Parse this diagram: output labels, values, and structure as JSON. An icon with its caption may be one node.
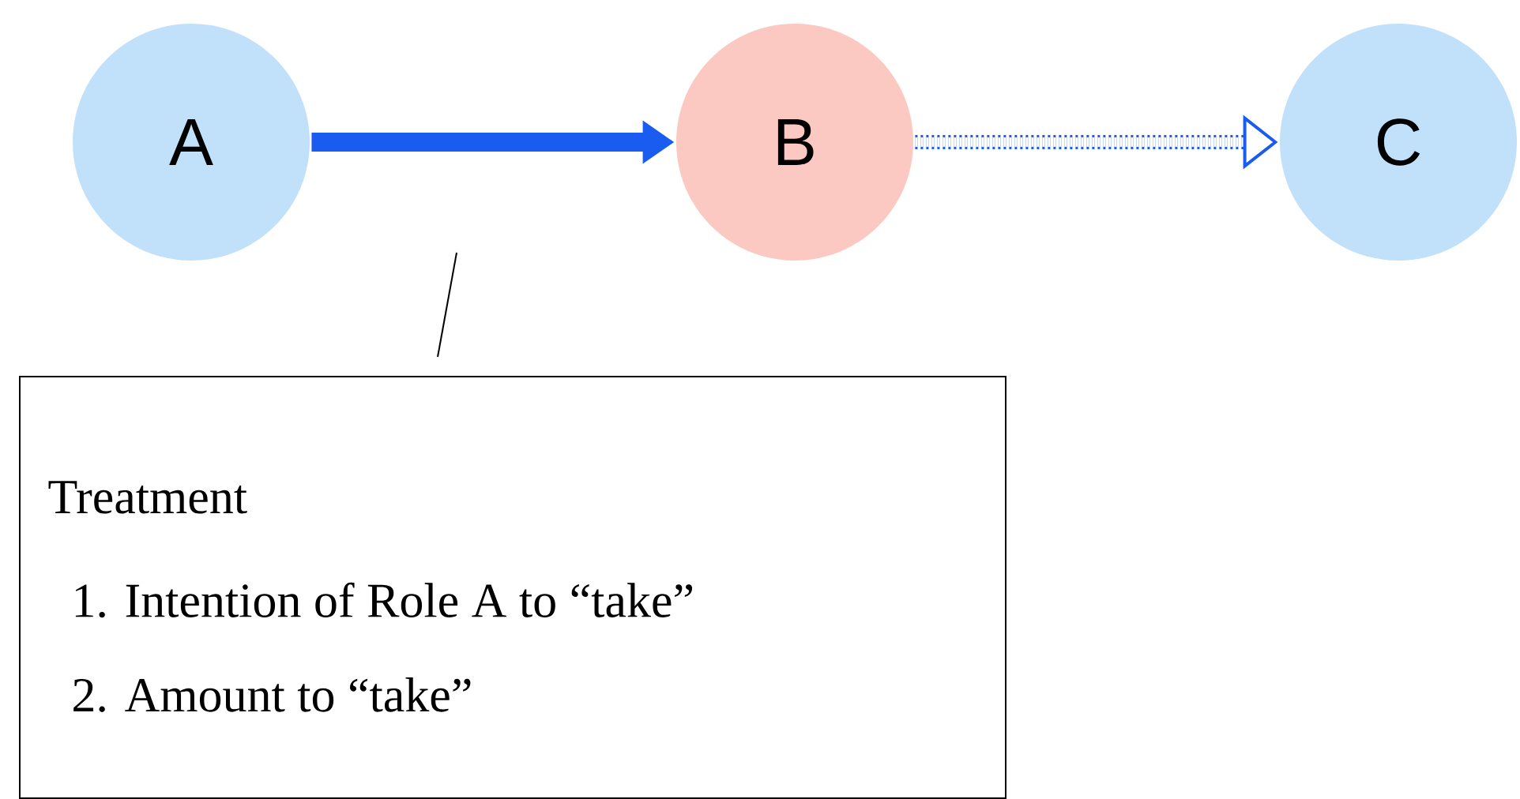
{
  "diagram": {
    "nodes": [
      {
        "text": [
          "A"
        ]
      },
      {
        "text": [
          "B"
        ]
      },
      {
        "text": [
          "C"
        ]
      },
      {
        "text": [
          "Treatment",
          "1. Intention of Role A to “take”",
          "2. Amount to “take”"
        ]
      }
    ],
    "edges": [
      {
        "from": 0,
        "to": 1,
        "arrow": "to"
      },
      {
        "from": 1,
        "to": 2,
        "arrow": "to",
        "style": "dashed"
      },
      {
        "from": 3,
        "to": null,
        "arrow": "none",
        "color": "#000000"
      }
    ]
  }
}
